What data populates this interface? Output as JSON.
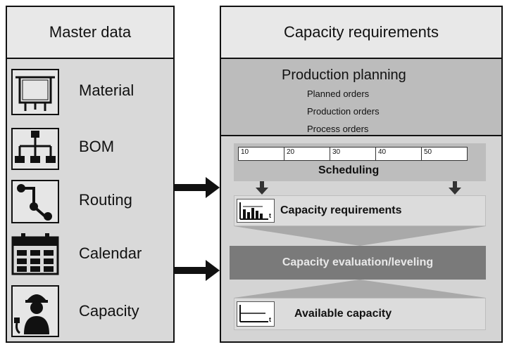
{
  "master_data": {
    "title": "Master data",
    "items": [
      {
        "label": "Material",
        "icon": "material-icon"
      },
      {
        "label": "BOM",
        "icon": "bom-icon"
      },
      {
        "label": "Routing",
        "icon": "routing-icon"
      },
      {
        "label": "Calendar",
        "icon": "calendar-icon"
      },
      {
        "label": "Capacity",
        "icon": "capacity-worker-icon"
      }
    ]
  },
  "capacity": {
    "title": "Capacity requirements",
    "production_planning": {
      "title": "Production planning",
      "orders": [
        "Planned orders",
        "Production orders",
        "Process orders"
      ]
    },
    "scheduling": {
      "timeline": [
        "10",
        "20",
        "30",
        "40",
        "50"
      ],
      "label": "Scheduling"
    },
    "requirements_label": "Capacity requirements",
    "evaluation_label": "Capacity evaluation/leveling",
    "available_label": "Available capacity",
    "axis_t": "t"
  }
}
